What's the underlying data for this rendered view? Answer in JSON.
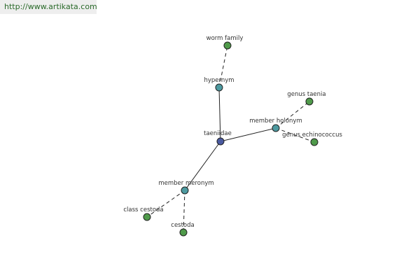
{
  "banner": {
    "url": "http://www.artikata.com"
  },
  "colors": {
    "center": "#4a5aa0",
    "relation": "#4d9aa0",
    "leaf": "#4f9a4a"
  },
  "nodes": {
    "center": {
      "label": "taeniidae",
      "kind": "center"
    },
    "hypernym": {
      "label": "hypernym",
      "kind": "relation"
    },
    "worm_family": {
      "label": "worm family",
      "kind": "leaf"
    },
    "member_holonym": {
      "label": "member holonym",
      "kind": "relation"
    },
    "genus_taenia": {
      "label": "genus taenia",
      "kind": "leaf"
    },
    "genus_echinococcus": {
      "label": "genus echinococcus",
      "kind": "leaf"
    },
    "member_meronym": {
      "label": "member meronym",
      "kind": "relation"
    },
    "class_cestoda": {
      "label": "class cestoda",
      "kind": "leaf"
    },
    "cestoda": {
      "label": "cestoda",
      "kind": "leaf"
    }
  },
  "edges": [
    {
      "from": "center",
      "to": "hypernym",
      "style": "solid"
    },
    {
      "from": "hypernym",
      "to": "worm_family",
      "style": "dashed"
    },
    {
      "from": "center",
      "to": "member_holonym",
      "style": "solid"
    },
    {
      "from": "member_holonym",
      "to": "genus_taenia",
      "style": "dashed"
    },
    {
      "from": "member_holonym",
      "to": "genus_echinococcus",
      "style": "dashed"
    },
    {
      "from": "center",
      "to": "member_meronym",
      "style": "solid"
    },
    {
      "from": "member_meronym",
      "to": "class_cestoda",
      "style": "dashed"
    },
    {
      "from": "member_meronym",
      "to": "cestoda",
      "style": "dashed"
    }
  ]
}
